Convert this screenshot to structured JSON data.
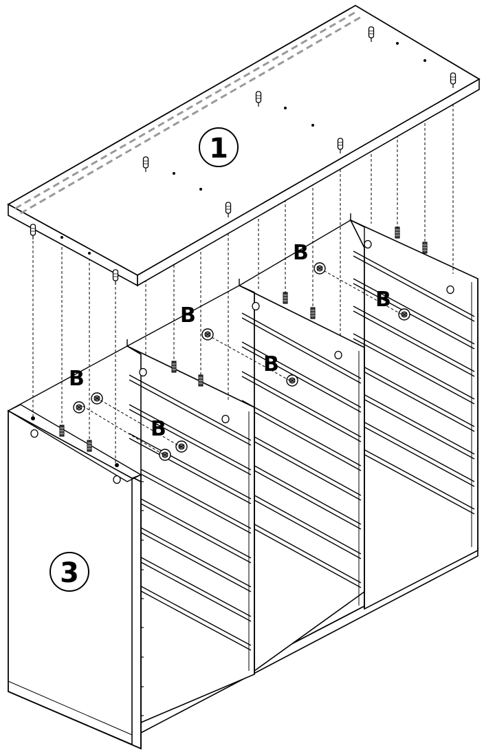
{
  "diagram": {
    "labels": {
      "top_panel": "1",
      "side_panel": "3",
      "fitting": "B"
    }
  }
}
